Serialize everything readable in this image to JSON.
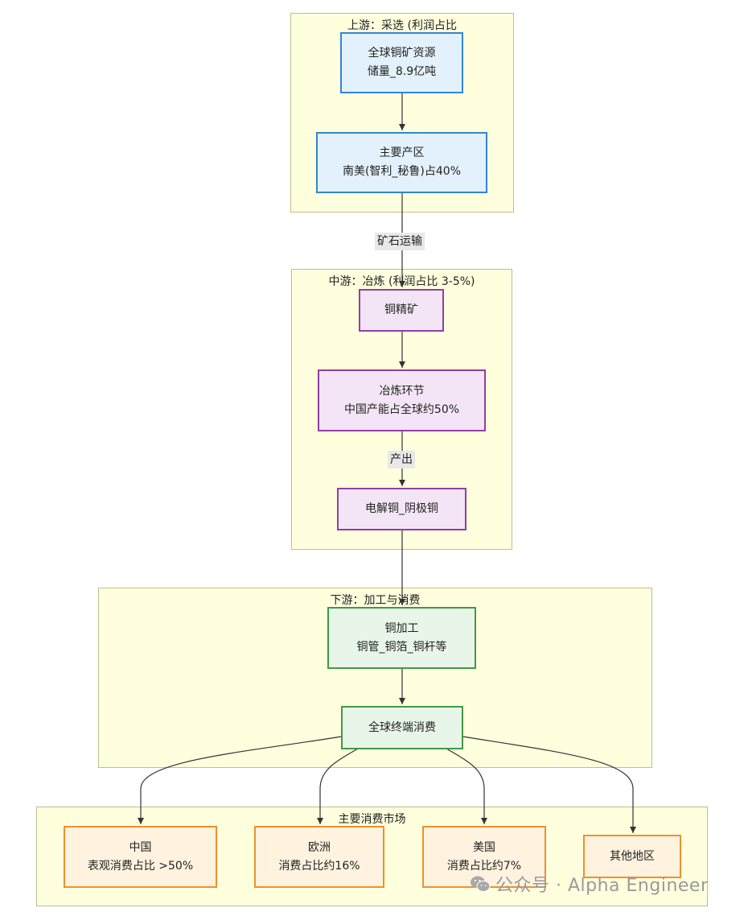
{
  "clusters": {
    "upstream": "上游：采选 (利润占比",
    "midstream": "中游：冶炼 (利润占比 3-5%)",
    "downstream": "下游：加工与消费",
    "markets": "主要消费市场"
  },
  "nodes": {
    "reserves": {
      "line1": "全球铜矿资源",
      "line2": "储量_8.9亿吨"
    },
    "regions": {
      "line1": "主要产区",
      "line2": "南美(智利_秘鲁)占40%"
    },
    "concentrate": {
      "line1": "铜精矿"
    },
    "smelting": {
      "line1": "冶炼环节",
      "line2": "中国产能占全球约50%"
    },
    "cathode": {
      "line1": "电解铜_阴极铜"
    },
    "processing": {
      "line1": "铜加工",
      "line2": "铜管_铜箔_铜杆等"
    },
    "consumption": {
      "line1": "全球终端消费"
    },
    "china": {
      "line1": "中国",
      "line2": "表观消费占比 >50%"
    },
    "europe": {
      "line1": "欧洲",
      "line2": "消费占比约16%"
    },
    "usa": {
      "line1": "美国",
      "line2": "消费占比约7%"
    },
    "others": {
      "line1": "其他地区"
    }
  },
  "edge_labels": {
    "ore_transport": "矿石运输",
    "output": "产出"
  },
  "watermark": "公众号 · Alpha Engineer",
  "colors": {
    "cluster_fill": "#ffffde",
    "upstream": "#2f86d2",
    "midstream": "#8f3fa6",
    "downstream": "#3f9a45",
    "markets": "#f0902a"
  }
}
